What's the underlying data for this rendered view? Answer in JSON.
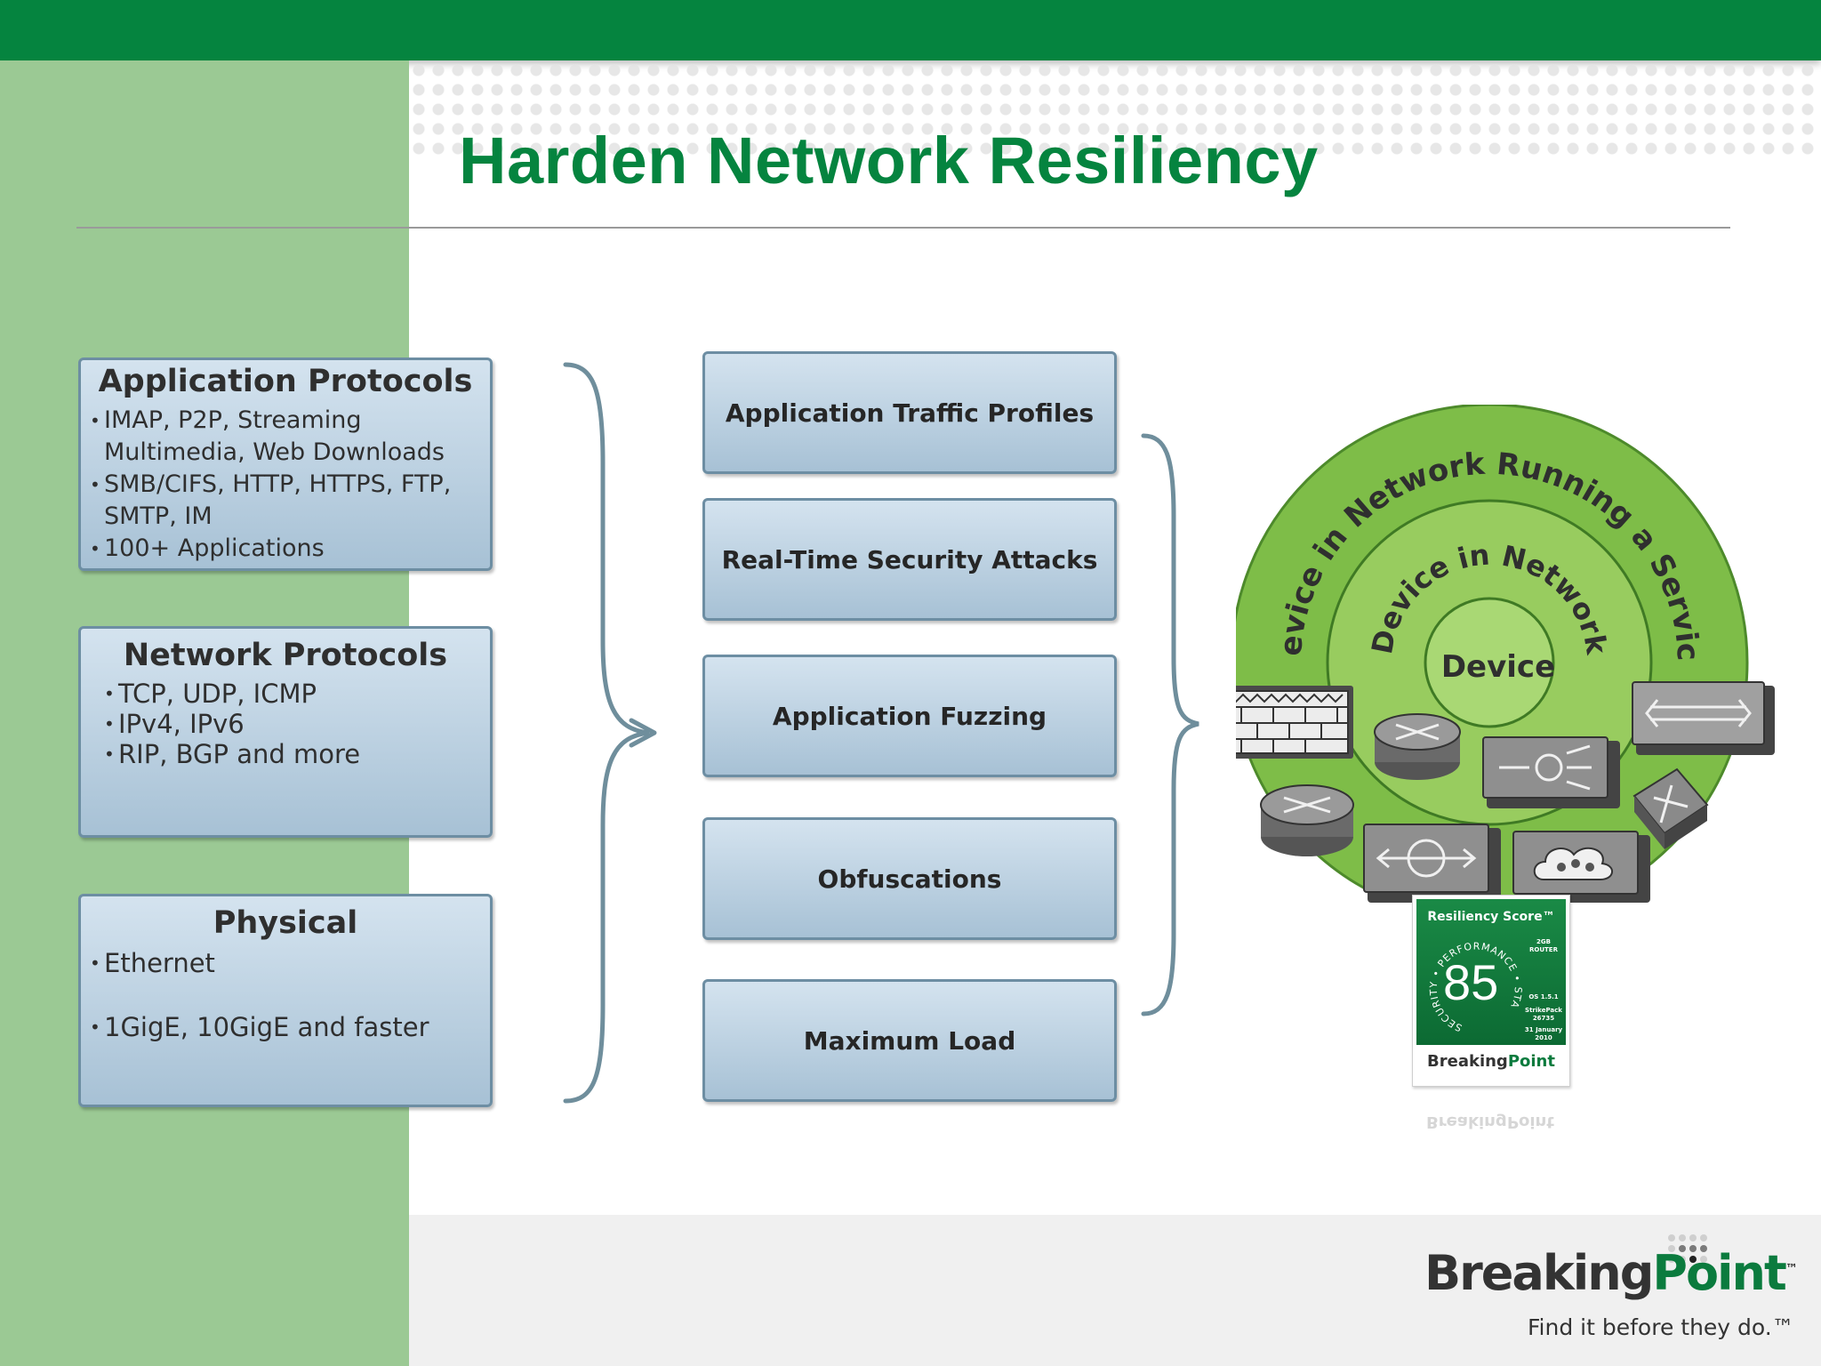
{
  "slide": {
    "title": "Harden Network Resiliency",
    "colors": {
      "brand_green": "#05843f",
      "panel_green": "#9bc994",
      "box_blue": "#b5cde0",
      "ring_green": "#7bbf45"
    }
  },
  "inputs": [
    {
      "title": "Application Protocols",
      "items": [
        "IMAP, P2P, Streaming Multimedia, Web Downloads",
        "SMB/CIFS, HTTP, HTTPS, FTP, SMTP, IM",
        "100+ Applications"
      ]
    },
    {
      "title": "Network Protocols",
      "items": [
        "TCP, UDP, ICMP",
        "IPv4, IPv6",
        "RIP, BGP and more"
      ]
    },
    {
      "title": "Physical",
      "items": [
        "Ethernet",
        "1GigE, 10GigE and faster"
      ]
    }
  ],
  "tests": [
    "Application Traffic Profiles",
    "Real-Time Security Attacks",
    "Application Fuzzing",
    "Obfuscations",
    "Maximum Load"
  ],
  "rings": {
    "outer": "Device in Network Running a Service",
    "middle": "Device in Network",
    "inner": "Device",
    "device_icons": [
      "firewall-icon",
      "router-icon",
      "load-balancer-icon",
      "switch-icon",
      "bridge-icon",
      "cloud-service-icon"
    ]
  },
  "badge": {
    "title": "Resiliency Score™",
    "score": "85",
    "arc_text": "SECURITY • PERFORMANCE • STABILITY •",
    "device": "2GB ROUTER",
    "os": "OS 1.5.1",
    "strikepack": "StrikePack 26735",
    "date": "31 January 2010",
    "brand_main": "Breaking",
    "brand_accent": "Point"
  },
  "footer": {
    "brand_main": "Breaking",
    "brand_accent": "Point",
    "trademark": "™",
    "tagline": "Find it before they do.™"
  }
}
